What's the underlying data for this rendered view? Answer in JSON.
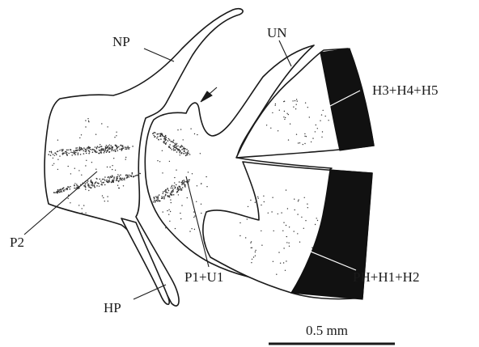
{
  "figure": {
    "labels": {
      "np": "NP",
      "un": "UN",
      "h345": "H3+H4+H5",
      "p2": "P2",
      "p1u1": "P1+U1",
      "phh1h2": "PH+H1+H2",
      "hp": "HP"
    },
    "scale_bar": {
      "label": "0.5 mm"
    }
  }
}
